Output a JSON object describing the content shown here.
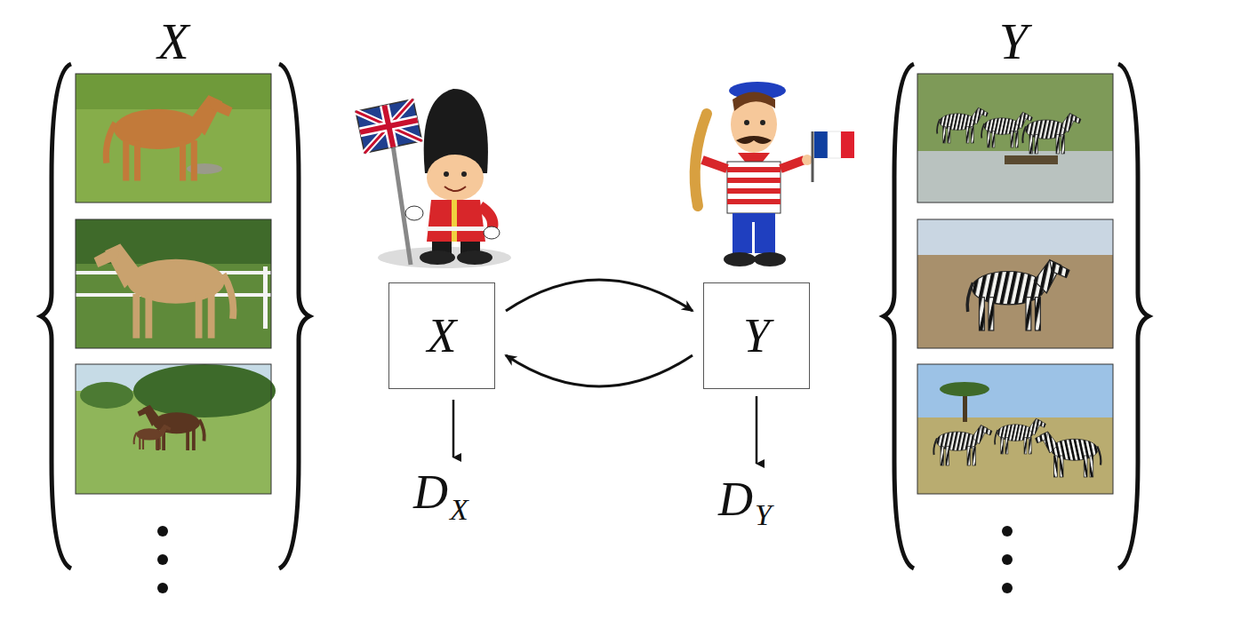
{
  "diagram": {
    "nodes": [
      {
        "text": [
          "X"
        ]
      },
      {
        "text": [
          "Y"
        ]
      }
    ],
    "edges": [
      {
        "from": 0,
        "to": 1,
        "arrow": "to"
      },
      {
        "from": 1,
        "to": 0,
        "arrow": "to"
      }
    ],
    "labels": [
      "X",
      "Y",
      "D",
      "X",
      "D",
      "Y"
    ]
  }
}
